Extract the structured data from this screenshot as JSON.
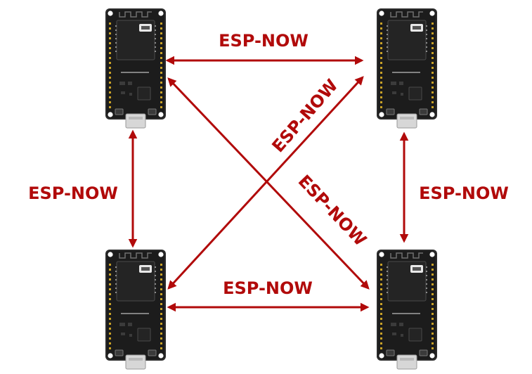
{
  "diagram": {
    "title": "",
    "accent_color": "#b10a0a",
    "board_color": "#1c1c1c",
    "nodes": [
      {
        "id": "board-top-left",
        "kind": "esp32-devkit",
        "orientation": "usb-down"
      },
      {
        "id": "board-top-right",
        "kind": "esp32-devkit",
        "orientation": "usb-down"
      },
      {
        "id": "board-bottom-left",
        "kind": "esp32-devkit",
        "orientation": "usb-down"
      },
      {
        "id": "board-bottom-right",
        "kind": "esp32-devkit",
        "orientation": "usb-down"
      }
    ],
    "links": [
      {
        "id": "link-top",
        "from": "board-top-left",
        "to": "board-top-right",
        "label": "ESP-NOW",
        "bidirectional": true
      },
      {
        "id": "link-left",
        "from": "board-top-left",
        "to": "board-bottom-left",
        "label": "ESP-NOW",
        "bidirectional": true
      },
      {
        "id": "link-right",
        "from": "board-top-right",
        "to": "board-bottom-right",
        "label": "ESP-NOW",
        "bidirectional": true
      },
      {
        "id": "link-bottom",
        "from": "board-bottom-left",
        "to": "board-bottom-right",
        "label": "ESP-NOW",
        "bidirectional": true
      },
      {
        "id": "link-diag-up",
        "from": "board-bottom-left",
        "to": "board-top-right",
        "label": "ESP-NOW",
        "bidirectional": true
      },
      {
        "id": "link-diag-down",
        "from": "board-top-left",
        "to": "board-bottom-right",
        "label": "ESP-NOW",
        "bidirectional": true
      }
    ]
  }
}
